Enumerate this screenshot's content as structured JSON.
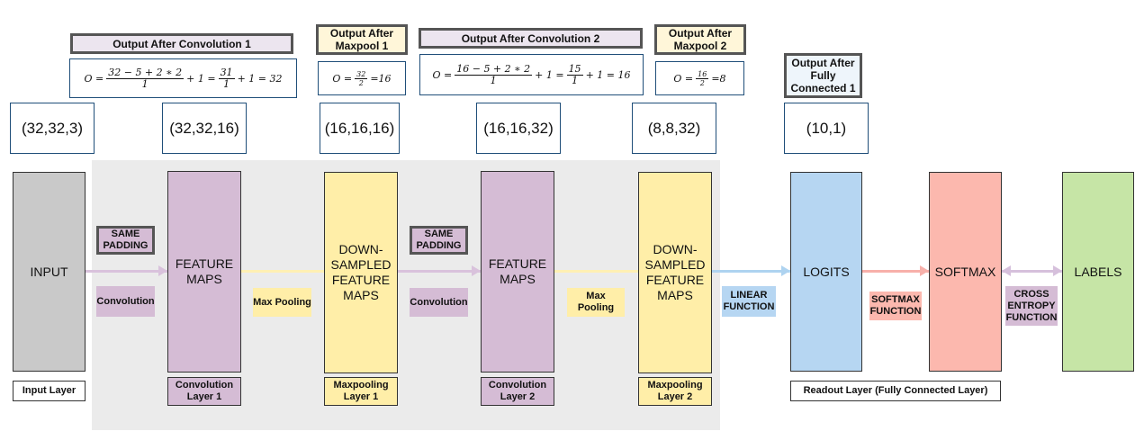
{
  "headers": {
    "conv1": "Output After Convolution 1",
    "pool1": "Output After Maxpool 1",
    "conv2": "Output After Convolution 2",
    "pool2": "Output After Maxpool 2",
    "fc1": "Output After Fully Connected 1"
  },
  "formulas": {
    "conv1": {
      "lhs": "O =",
      "num1": "32 − 5 + 2 ∗ 2",
      "den1": "1",
      "mid": "+ 1 =",
      "num2": "31",
      "den2": "1",
      "tail": "+ 1 = 32"
    },
    "pool1": {
      "lhs": "O =",
      "num": "32",
      "den": "2",
      "tail": "=16"
    },
    "conv2": {
      "lhs": "O =",
      "num1": "16 − 5 + 2 ∗ 2",
      "den1": "1",
      "mid": "+ 1 =",
      "num2": "15",
      "den2": "1",
      "tail": "+ 1 = 16"
    },
    "pool2": {
      "lhs": "O =",
      "num": "16",
      "den": "2",
      "tail": "=8"
    }
  },
  "dims": [
    "(32,32,3)",
    "(32,32,16)",
    "(16,16,16)",
    "(16,16,32)",
    "(8,8,32)",
    "(10,1)"
  ],
  "blocks": {
    "input": "INPUT",
    "fm1": "FEATURE MAPS",
    "ds1": "DOWN-SAMPLED FEATURE MAPS",
    "fm2": "FEATURE MAPS",
    "ds2": "DOWN-SAMPLED FEATURE MAPS",
    "logits": "LOGITS",
    "softmax": "SOFTMAX",
    "labels": "LABELS"
  },
  "layer_labels": {
    "input": "Input Layer",
    "conv1": "Convolution Layer 1",
    "pool1": "Maxpooling Layer 1",
    "conv2": "Convolution Layer 2",
    "pool2": "Maxpooling Layer 2",
    "readout": "Readout Layer (Fully Connected Layer)"
  },
  "ops": {
    "same1": "SAME PADDING",
    "conv1": "Convolution",
    "maxpool1": "Max Pooling",
    "same2": "SAME PADDING",
    "conv2": "Convolution",
    "maxpool2": "Max Pooling",
    "linear": "LINEAR FUNCTION",
    "softmax_fn": "SOFTMAX FUNCTION",
    "cross_entropy": "CROSS ENTROPY FUNCTION"
  },
  "colors": {
    "input": "#c9c9c9",
    "conv": "#d5bcd5",
    "pool": "#ffeea8",
    "logits": "#b6d6f2",
    "softmax": "#fcb8ae",
    "labels": "#c6e5a6",
    "header_conv": "#ece5ef",
    "header_pool": "#fff6d9",
    "header_fc": "#eef5fb",
    "arrow_conv": "#d9c2dc",
    "arrow_pool": "#fff0b3",
    "arrow_linear": "#aed3f0",
    "arrow_softmax": "#f7b0aa",
    "arrow_labels": "#d6c0dc"
  }
}
